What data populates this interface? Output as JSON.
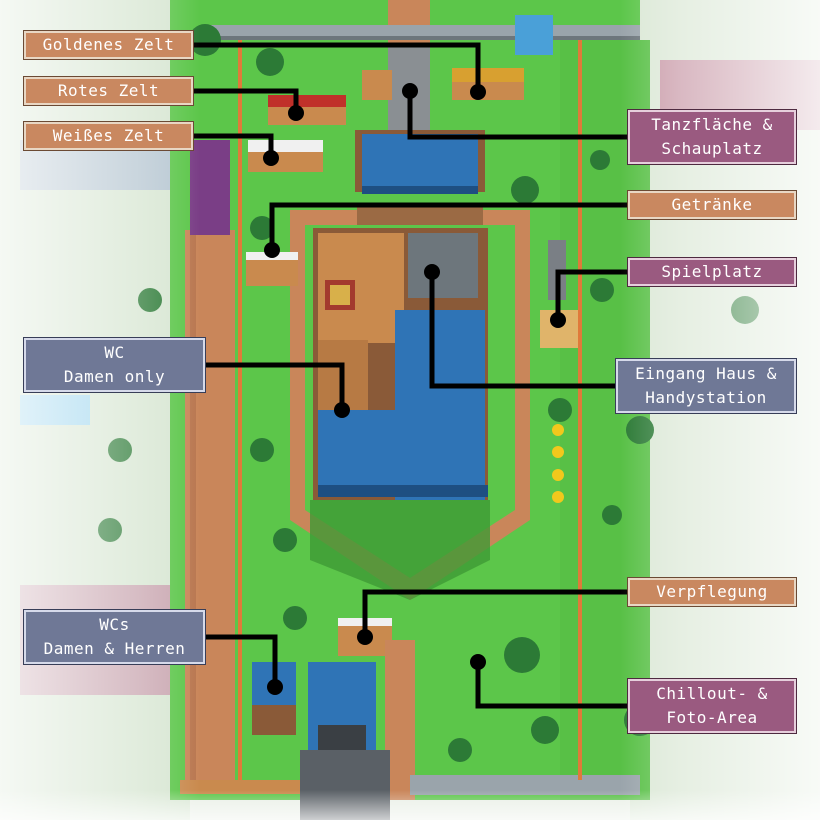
{
  "labels": {
    "goldenes_zelt": "Goldenes Zelt",
    "rotes_zelt": "Rotes Zelt",
    "weisses_zelt": "Weißes Zelt",
    "tanzflaeche_line1": "Tanzfläche &",
    "tanzflaeche_line2": "Schauplatz",
    "getraenke": "Getränke",
    "spielplatz": "Spielplatz",
    "wc_damen_line1": "WC",
    "wc_damen_line2": "Damen only",
    "eingang_line1": "Eingang Haus &",
    "eingang_line2": "Handystation",
    "verpflegung": "Verpflegung",
    "wcs_line1": "WCs",
    "wcs_line2": "Damen & Herren",
    "chillout_line1": "Chillout- &",
    "chillout_line2": "Foto-Area"
  },
  "colors": {
    "grass": "#5cc64a",
    "path": "#c9865a",
    "roof": "#2f74b6",
    "floor": "#c98a4e",
    "label_orange": "#c98860",
    "label_purple": "#9a5a80",
    "label_slate": "#6f7896",
    "leader_line": "#000000"
  }
}
